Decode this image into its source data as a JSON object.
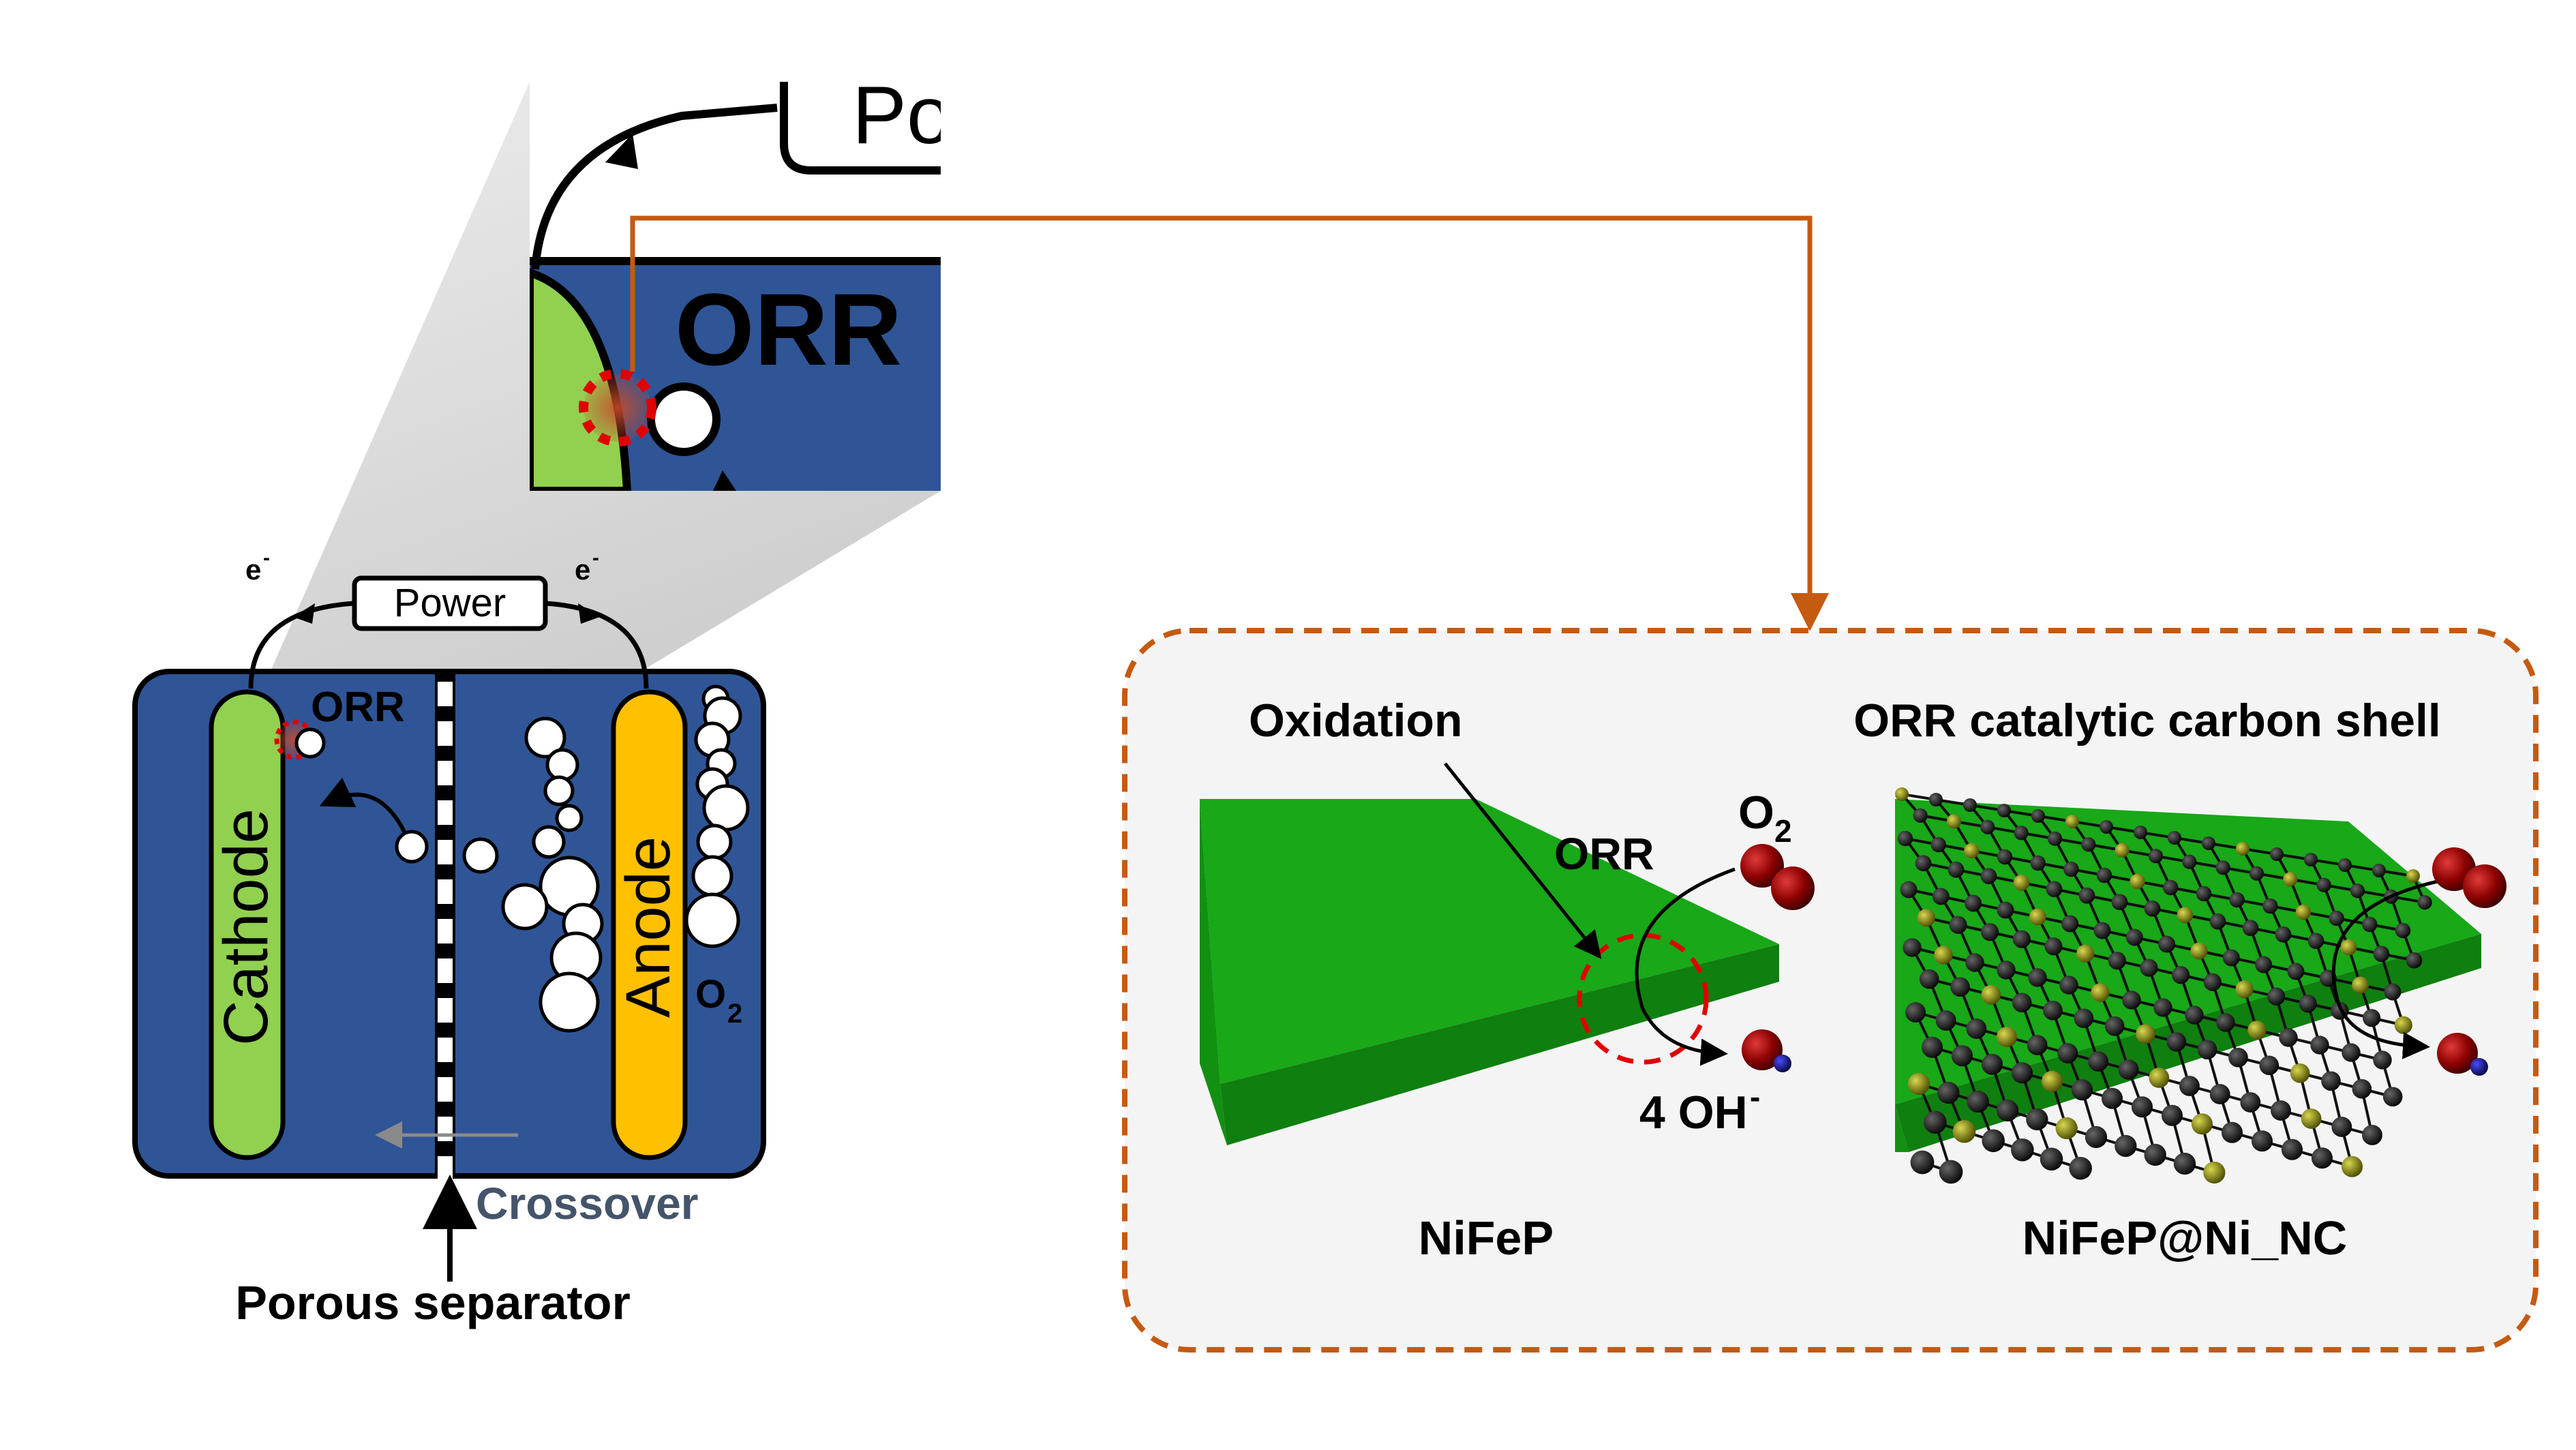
{
  "colors": {
    "electrolyte": "#2f5597",
    "cathode": "#92d050",
    "anode": "#ffc000",
    "bubble": "#ffffff",
    "connector": "#c55a11",
    "crossover_text": "#44546a",
    "panel_bg": "#f4f4f4",
    "catalyst_green": "#1aa51a",
    "carbon_atom": "#111111",
    "dopant_atom": "#8c8c00",
    "oxygen_atom": "#8b0000",
    "hydrogen_atom": "#0a0a6e"
  },
  "cell": {
    "power_label": "Power",
    "electron_left": "e",
    "electron_right": "e",
    "electron_charge": "-",
    "orr_label": "ORR",
    "cathode_label": "Cathode",
    "anode_label": "Anode",
    "o2_label": "O",
    "o2_sub": "2",
    "crossover_label": "Crossover",
    "separator_label": "Porous separator"
  },
  "zoom": {
    "power_fragment": "Po",
    "orr_label": "ORR"
  },
  "panel": {
    "left": {
      "oxidation_label": "Oxidation",
      "orr_label": "ORR",
      "o2_label": "O",
      "o2_sub": "2",
      "oh_label": "4 OH",
      "oh_charge": "-",
      "material_name": "NiFeP"
    },
    "right": {
      "shell_label": "ORR catalytic carbon shell",
      "material_name": "NiFeP@Ni_NC"
    }
  }
}
